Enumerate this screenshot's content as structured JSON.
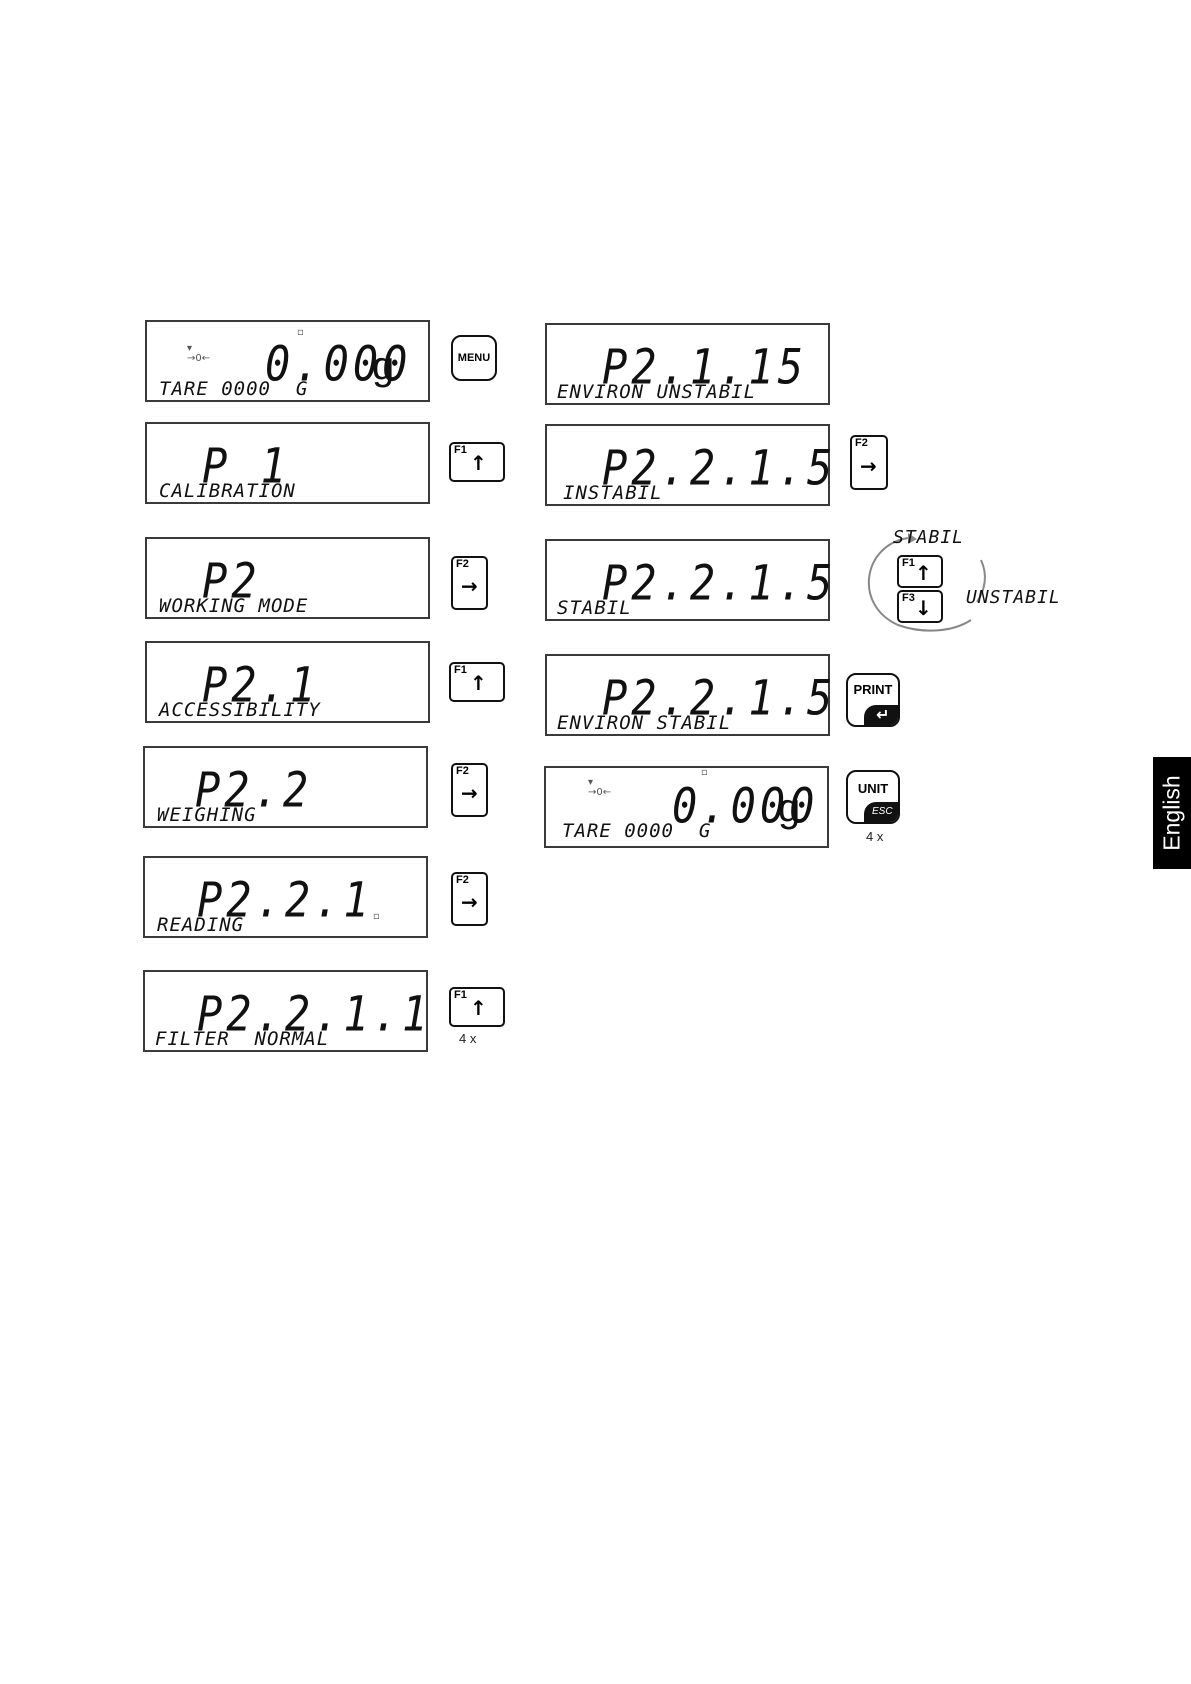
{
  "screens": [
    {
      "big": "0.000",
      "unit": "g",
      "small": "TARE 0000  G"
    },
    {
      "big": "P 1",
      "small": "CALIBRATION"
    },
    {
      "big": "P2",
      "small": "WORKING MODE"
    },
    {
      "big": "P2.1",
      "small": "ACCESSIBILITY"
    },
    {
      "big": "P2.2",
      "small": "WEIGHING"
    },
    {
      "big": "P2.2.1",
      "small": "READING"
    },
    {
      "big": "P2.2.1.1",
      "small": "FILTER  NORMAL"
    },
    {
      "big": "P2.1.15",
      "small": "ENVIRON UNSTABIL"
    },
    {
      "big": "P2.2.1.5",
      "small": "INSTABIL"
    },
    {
      "big": "P2.2.1.5",
      "small": "STABIL"
    },
    {
      "big": "P2.2.1.5",
      "small": "ENVIRON STABIL"
    },
    {
      "big": "0.000",
      "unit": "g",
      "small": "TARE 0000  G"
    }
  ],
  "keys": {
    "menu": "MENU",
    "f1": "F1",
    "f2": "F2",
    "f3": "F3",
    "up": "↑",
    "down": "↓",
    "right": "→",
    "print": "PRINT",
    "enter": "↵",
    "unit": "UNIT",
    "esc": "ESC"
  },
  "repeat_f1": "4 x",
  "repeat_unit": "4 x",
  "cycle": {
    "top": "STABIL",
    "right": "UNSTABIL"
  },
  "side_tab": "English",
  "icons": {
    "stability": "stability-icon",
    "zero": "zero-icon"
  }
}
